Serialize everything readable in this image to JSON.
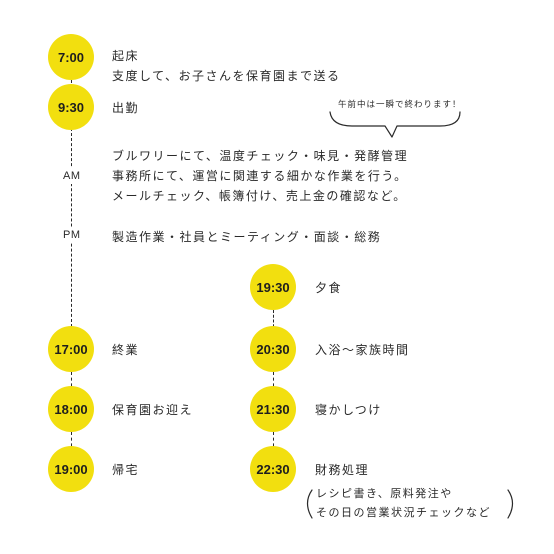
{
  "schedule_left": [
    {
      "time": "7:00",
      "lines": [
        "起床",
        "支度して、お子さんを保育園まで送る"
      ]
    },
    {
      "time": "9:30",
      "lines": [
        "出勤"
      ]
    },
    {
      "time": "17:00",
      "lines": [
        "終業"
      ]
    },
    {
      "time": "18:00",
      "lines": [
        "保育園お迎え"
      ]
    },
    {
      "time": "19:00",
      "lines": [
        "帰宅"
      ]
    }
  ],
  "periods": {
    "am": {
      "label": "AM",
      "lines": [
        "ブルワリーにて、温度チェック・味見・発酵管理",
        "事務所にて、運営に関連する細かな作業を行う。",
        "メールチェック、帳簿付け、売上金の確認など。"
      ]
    },
    "pm": {
      "label": "PM",
      "lines": [
        "製造作業・社員とミーティング・面談・総務"
      ]
    }
  },
  "morning_note": "午前中は一瞬で終わります！",
  "schedule_right": [
    {
      "time": "19:30",
      "lines": [
        "夕食"
      ]
    },
    {
      "time": "20:30",
      "lines": [
        "入浴〜家族時間"
      ]
    },
    {
      "time": "21:30",
      "lines": [
        "寝かしつけ"
      ]
    },
    {
      "time": "22:30",
      "lines": [
        "財務処理"
      ]
    }
  ],
  "finance_note": [
    "レシピ書き、原料発注や",
    "その日の営業状況チェックなど"
  ],
  "colors": {
    "circle": "#f2df0f",
    "line": "#2a2a2a"
  }
}
